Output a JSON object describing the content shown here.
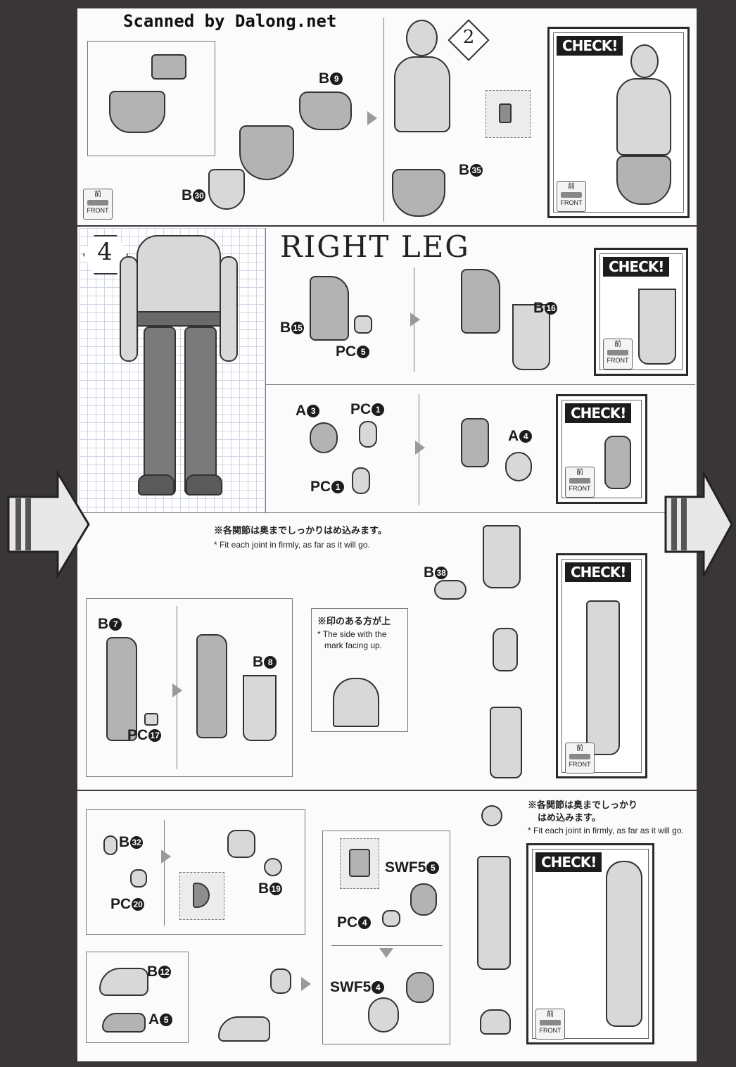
{
  "header": {
    "scan_credit": "Scanned by Dalong.net"
  },
  "steps": {
    "step2": "2",
    "step4": "4"
  },
  "section_title": "RIGHT LEG",
  "check_label": "CHECK!",
  "front": {
    "kanji": "前",
    "label": "FRONT"
  },
  "parts": {
    "b9": "B",
    "b9_num": "9",
    "b30": "B",
    "b30_num": "30",
    "b35": "B",
    "b35_num": "35",
    "b15": "B",
    "b15_num": "15",
    "pc5": "PC",
    "pc5_num": "5",
    "b16": "B",
    "b16_num": "16",
    "a3": "A",
    "a3_num": "3",
    "pc1a": "PC",
    "pc1a_num": "1",
    "pc1b": "PC",
    "pc1b_num": "1",
    "a4": "A",
    "a4_num": "4",
    "b38": "B",
    "b38_num": "38",
    "b7": "B",
    "b7_num": "7",
    "b8": "B",
    "b8_num": "8",
    "pc17": "PC",
    "pc17_num": "17",
    "b32": "B",
    "b32_num": "32",
    "pc20": "PC",
    "pc20_num": "20",
    "b19": "B",
    "b19_num": "19",
    "swf55": "SWF5",
    "swf55_num": "5",
    "pc4": "PC",
    "pc4_num": "4",
    "swf54": "SWF5",
    "swf54_num": "4",
    "b12": "B",
    "b12_num": "12",
    "a5": "A",
    "a5_num": "5"
  },
  "notes": {
    "joint_jp": "※各関節は奥までしっかりはめ込みます。",
    "joint_en": "* Fit each joint in firmly, as far as it will go.",
    "mark_jp": "※印のある方が上",
    "mark_en1": "* The side with the",
    "mark_en2": "mark facing up.",
    "joint2_jp1": "※各関節は奥までしっかり",
    "joint2_jp2": "はめ込みます。",
    "joint2_en": "* Fit each joint in firmly, as far as it will go."
  }
}
